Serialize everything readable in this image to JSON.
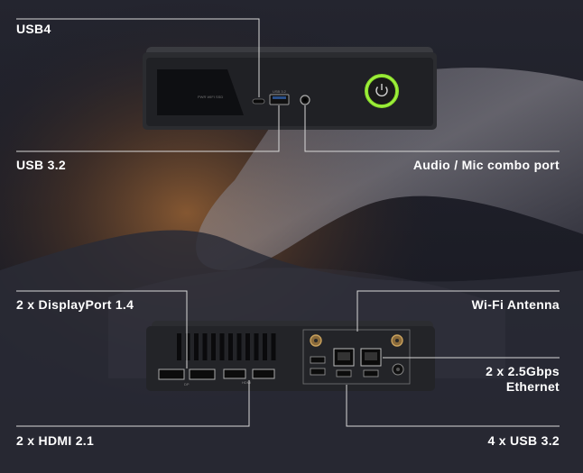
{
  "labels": {
    "usb4": "USB4",
    "usb32_front": "USB 3.2",
    "audio": "Audio / Mic combo port",
    "displayport": "2 x DisplayPort 1.4",
    "wifi": "Wi-Fi Antenna",
    "ethernet_line1": "2 x 2.5Gbps",
    "ethernet_line2": "Ethernet",
    "hdmi": "2 x HDMI 2.1",
    "usb32_rear": "4 x USB 3.2"
  },
  "front_panel": {
    "indicators": [
      "PWR",
      "WIFI",
      "SSD"
    ],
    "usb_a_marking": "USB 3.2"
  },
  "rear_panel": {
    "dp_marking": "DP",
    "hdmi_marking": "HDMI"
  },
  "colors": {
    "background": "#1b1c26",
    "device_body": "#2a2b2e",
    "power_ring": "#8be02a",
    "line": "#d8d8d8",
    "text": "#ffffff"
  },
  "icons": {
    "power": "power-icon"
  }
}
